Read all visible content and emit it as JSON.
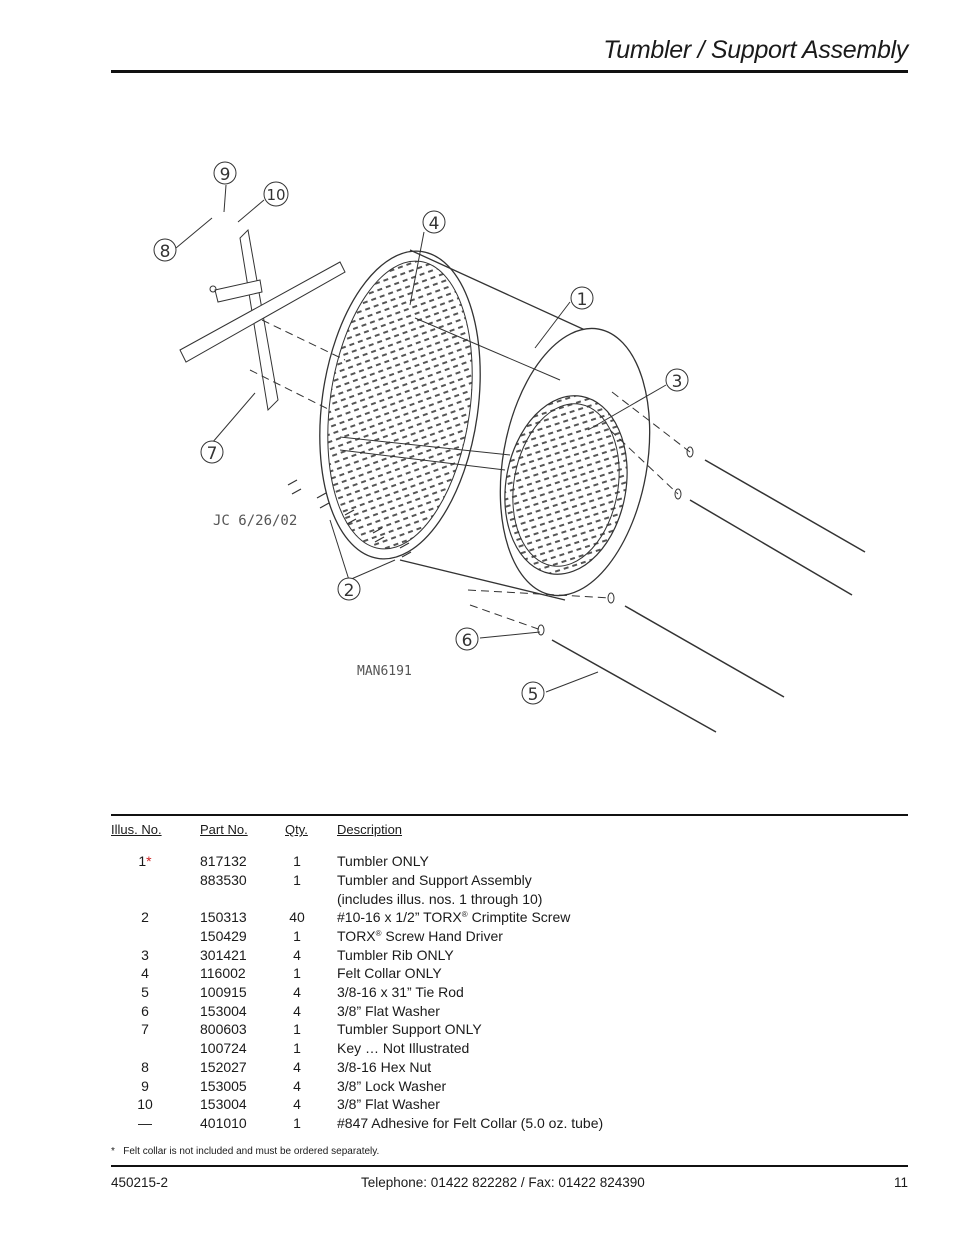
{
  "page": {
    "title": "Tumbler / Support Assembly"
  },
  "diagram": {
    "callouts": [
      "1",
      "2",
      "3",
      "4",
      "5",
      "6",
      "7",
      "8",
      "9",
      "10"
    ],
    "signature": "JC 6/26/02",
    "drawing_id": "MAN6191"
  },
  "table": {
    "headers": {
      "illus": "Illus. No.",
      "part": "Part No.",
      "qty": "Qty.",
      "desc": "Description"
    },
    "rows": [
      {
        "illus": "1",
        "part": "817132",
        "qty": "1",
        "desc": "Tumbler ONLY"
      },
      {
        "illus": "",
        "part": "883530",
        "qty": "1",
        "desc": "Tumbler and Support Assembly"
      },
      {
        "illus": "",
        "part": "",
        "qty": "",
        "desc": "(includes illus. nos. 1 through 10)"
      },
      {
        "illus": "2",
        "part": "150313",
        "qty": "40",
        "desc": "#10-16 x 1/2” TORX"
      },
      {
        "illus": "",
        "part": "150429",
        "qty": "1",
        "desc": "TORX"
      },
      {
        "illus": "3",
        "part": "301421",
        "qty": "4",
        "desc": "Tumbler Rib ONLY"
      },
      {
        "illus": "4",
        "part": "116002",
        "qty": "1",
        "desc": "Felt Collar ONLY"
      },
      {
        "illus": "5",
        "part": "100915",
        "qty": "4",
        "desc": "3/8-16 x 31” Tie Rod"
      },
      {
        "illus": "6",
        "part": "153004",
        "qty": "4",
        "desc": "3/8” Flat Washer"
      },
      {
        "illus": "7",
        "part": "800603",
        "qty": "1",
        "desc": "Tumbler Support ONLY"
      },
      {
        "illus": "",
        "part": "100724",
        "qty": "1",
        "desc": "Key … Not Illustrated"
      },
      {
        "illus": "8",
        "part": "152027",
        "qty": "4",
        "desc": "3/8-16 Hex Nut"
      },
      {
        "illus": "9",
        "part": "153005",
        "qty": "4",
        "desc": "3/8” Lock Washer"
      },
      {
        "illus": "10",
        "part": "153004",
        "qty": "4",
        "desc": "3/8” Flat Washer"
      },
      {
        "illus": "—",
        "part": "401010",
        "qty": "1",
        "desc": "#847 Adhesive for Felt Collar (5.0 oz. tube)"
      }
    ],
    "row1_marker": "*",
    "reg_mark": "®",
    "row4_suffix": " Crimptite Screw",
    "row5_suffix": " Screw Hand Driver"
  },
  "footnote": {
    "marker": "*",
    "text": "Felt collar is not included and must be ordered separately."
  },
  "footer": {
    "doc_number": "450215-2",
    "contact": "Telephone: 01422 822282 / Fax: 01422 824390",
    "page_number": "11"
  }
}
